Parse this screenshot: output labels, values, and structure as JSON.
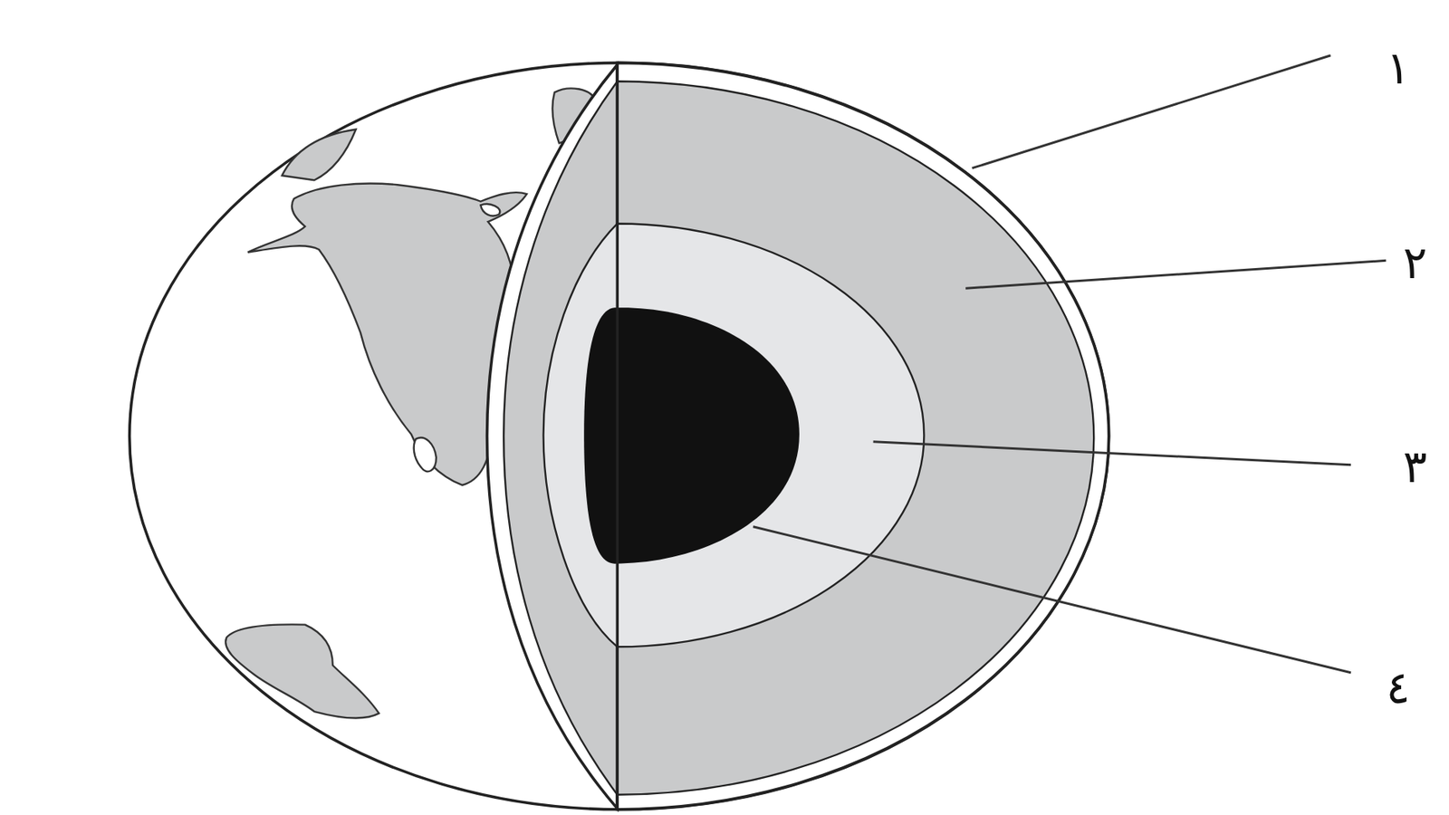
{
  "diagram": {
    "labels": [
      "١",
      "٢",
      "٣",
      "٤"
    ]
  }
}
